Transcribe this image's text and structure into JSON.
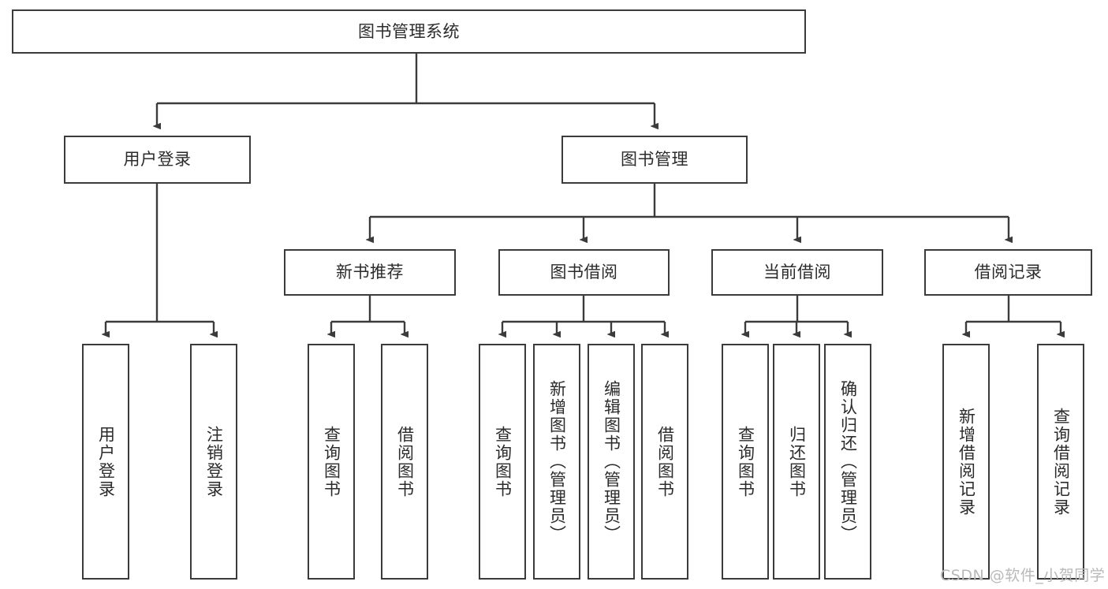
{
  "diagram": {
    "title_node": {
      "label": "图书管理系统"
    },
    "level2": [
      {
        "label": "用户登录"
      },
      {
        "label": "图书管理"
      }
    ],
    "level3": [
      {
        "label": "新书推荐"
      },
      {
        "label": "图书借阅"
      },
      {
        "label": "当前借阅"
      },
      {
        "label": "借阅记录"
      }
    ],
    "leaves": {
      "user_login": [
        {
          "label": "用户登录"
        },
        {
          "label": "注销登录"
        }
      ],
      "new_book": [
        {
          "label": "查询图书"
        },
        {
          "label": "借阅图书"
        }
      ],
      "book_borrow": [
        {
          "label": "查询图书"
        },
        {
          "label": "新增图书（管理员）"
        },
        {
          "label": "编辑图书（管理员）"
        },
        {
          "label": "借阅图书"
        }
      ],
      "current_borrow": [
        {
          "label": "查询图书"
        },
        {
          "label": "归还图书"
        },
        {
          "label": "确认归还（管理员）"
        }
      ],
      "borrow_record": [
        {
          "label": "新增借阅记录"
        },
        {
          "label": "查询借阅记录"
        }
      ]
    }
  },
  "watermark": {
    "text": "CSDN @软件_小贺同学"
  },
  "colors": {
    "stroke": "#3b3b3b",
    "text": "#2b2b2b",
    "background": "#ffffff",
    "watermark": "#b9b9b9"
  }
}
